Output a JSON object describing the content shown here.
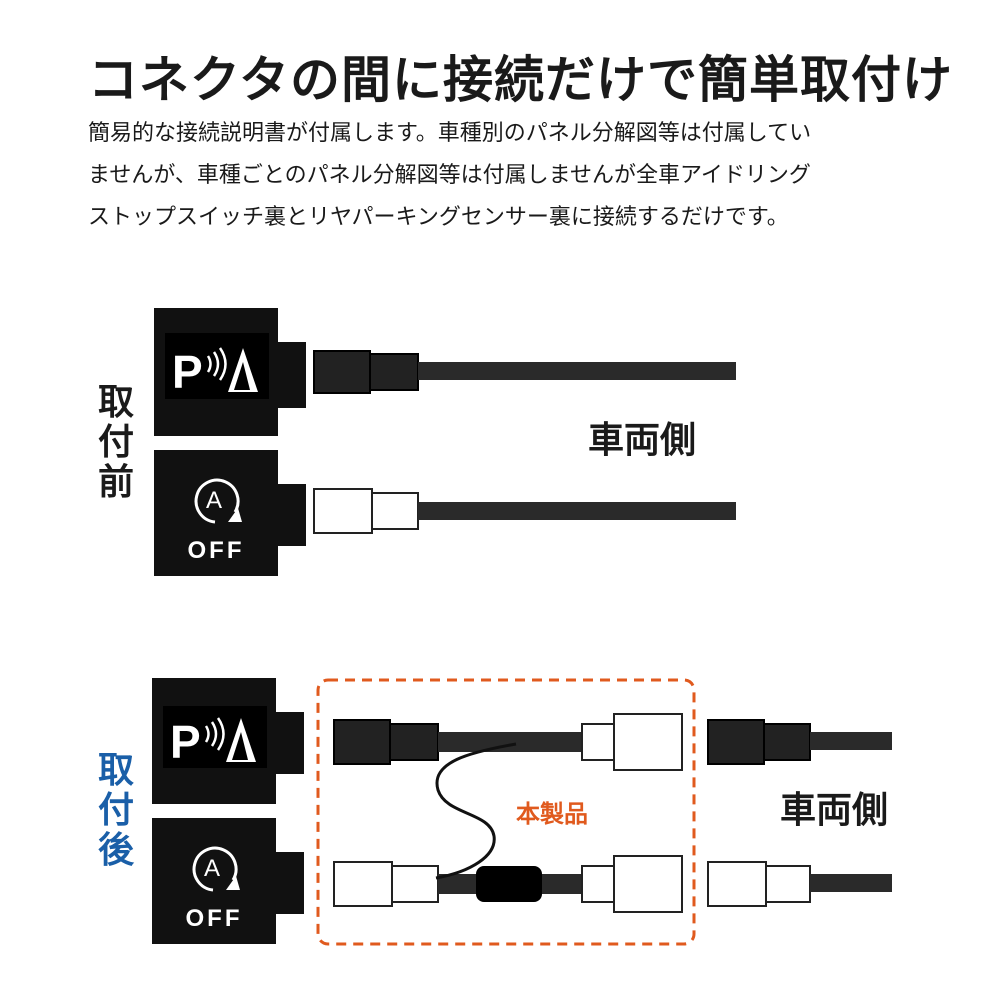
{
  "title": "コネクタの間に接続だけで簡単取付け",
  "description": [
    "簡易的な接続説明書が付属します。車種別のパネル分解図等は付属してい",
    "ませんが、車種ごとのパネル分解図等は付属しませんが全車アイドリング",
    "ストップスイッチ裏とリヤパーキングセンサー裏に接続するだけです。"
  ],
  "before": {
    "label_chars": [
      "取",
      "付",
      "前"
    ],
    "side_label": "車両側",
    "off_text": "OFF"
  },
  "after": {
    "label_chars": [
      "取",
      "付",
      "後"
    ],
    "side_label": "車両側",
    "product_label": "本製品",
    "off_text": "OFF"
  },
  "colors": {
    "text": "#1a1a1a",
    "after_label": "#1a5fa8",
    "product": "#e05a1e",
    "switch_body": "#111111",
    "cable": "#2a2a2a"
  },
  "icons": [
    "parking-sensor-icon",
    "auto-stop-off-icon"
  ]
}
